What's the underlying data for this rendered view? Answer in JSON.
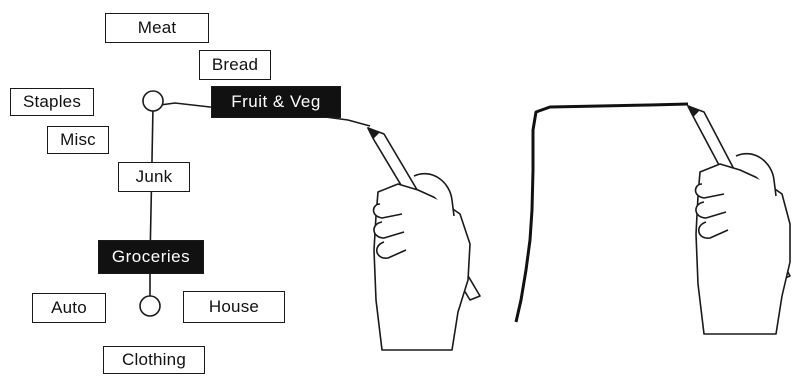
{
  "colors": {
    "ink": "#1a1a1a",
    "highlight": "#111111",
    "highlight_text": "#ffffff",
    "background": "#ffffff"
  },
  "marking_menu": {
    "first_level": {
      "items": [
        "Groceries",
        "Auto",
        "House",
        "Clothing"
      ],
      "selected": "Groceries"
    },
    "second_level": {
      "items": [
        "Meat",
        "Bread",
        "Fruit & Veg",
        "Staples",
        "Misc",
        "Junk"
      ],
      "selected": "Fruit & Veg"
    }
  },
  "icons": [
    "stylus-hand-icon",
    "stylus-hand-icon",
    "menu-center-circle-icon"
  ]
}
